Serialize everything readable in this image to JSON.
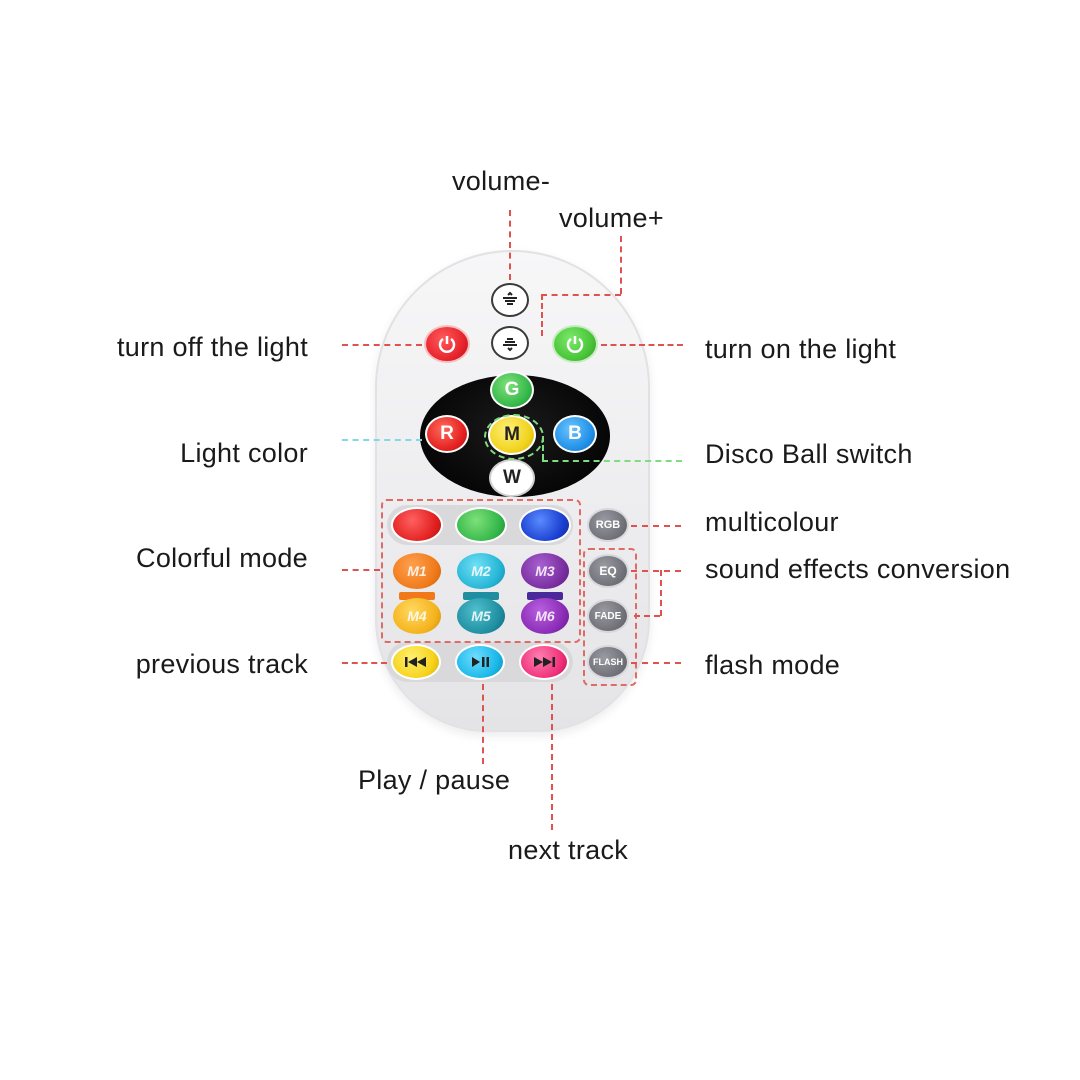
{
  "labels": {
    "volume_minus": "volume-",
    "volume_plus": "volume+",
    "turn_off": "turn off the light",
    "turn_on": "turn on the light",
    "light_color": "Light color",
    "disco": "Disco Ball switch",
    "colorful_mode": "Colorful mode",
    "multicolour": "multicolour",
    "sound_effects": "sound effects conversion",
    "previous_track": "previous track",
    "flash_mode": "flash mode",
    "play_pause": "Play / pause",
    "next_track": "next track"
  },
  "buttons": {
    "color_r": "R",
    "color_g": "G",
    "color_m": "M",
    "color_b": "B",
    "color_w": "W",
    "mode1": "M1",
    "mode2": "M2",
    "mode3": "M3",
    "mode4": "M4",
    "mode5": "M5",
    "mode6": "M6",
    "rgb": "RGB",
    "eq": "EQ",
    "fade": "FADE",
    "flash": "FLASH"
  },
  "colors": {
    "annotation_line": "#e0524f",
    "light_color_line": "#7fd9e6",
    "disco_line": "#7fdc7f",
    "power_off": "#e8262e",
    "power_on": "#4cc63a",
    "red": "#e32020",
    "green": "#35b84a",
    "blue": "#1f8fe6",
    "mode_orange": "#f07a1a",
    "mode_cyan": "#25b5d6",
    "mode_purple": "#7a2ea0",
    "mode_yellow": "#f5b21c",
    "mode_teal": "#1e8ea0",
    "mode_violet": "#8a2bb5",
    "transport_yellow": "#f7d21a",
    "transport_cyan": "#18b8e8",
    "transport_pink": "#f0307a"
  },
  "icons": [
    "volume-down-icon",
    "volume-up-icon",
    "power-icon",
    "previous-icon",
    "play-pause-icon",
    "next-icon"
  ]
}
